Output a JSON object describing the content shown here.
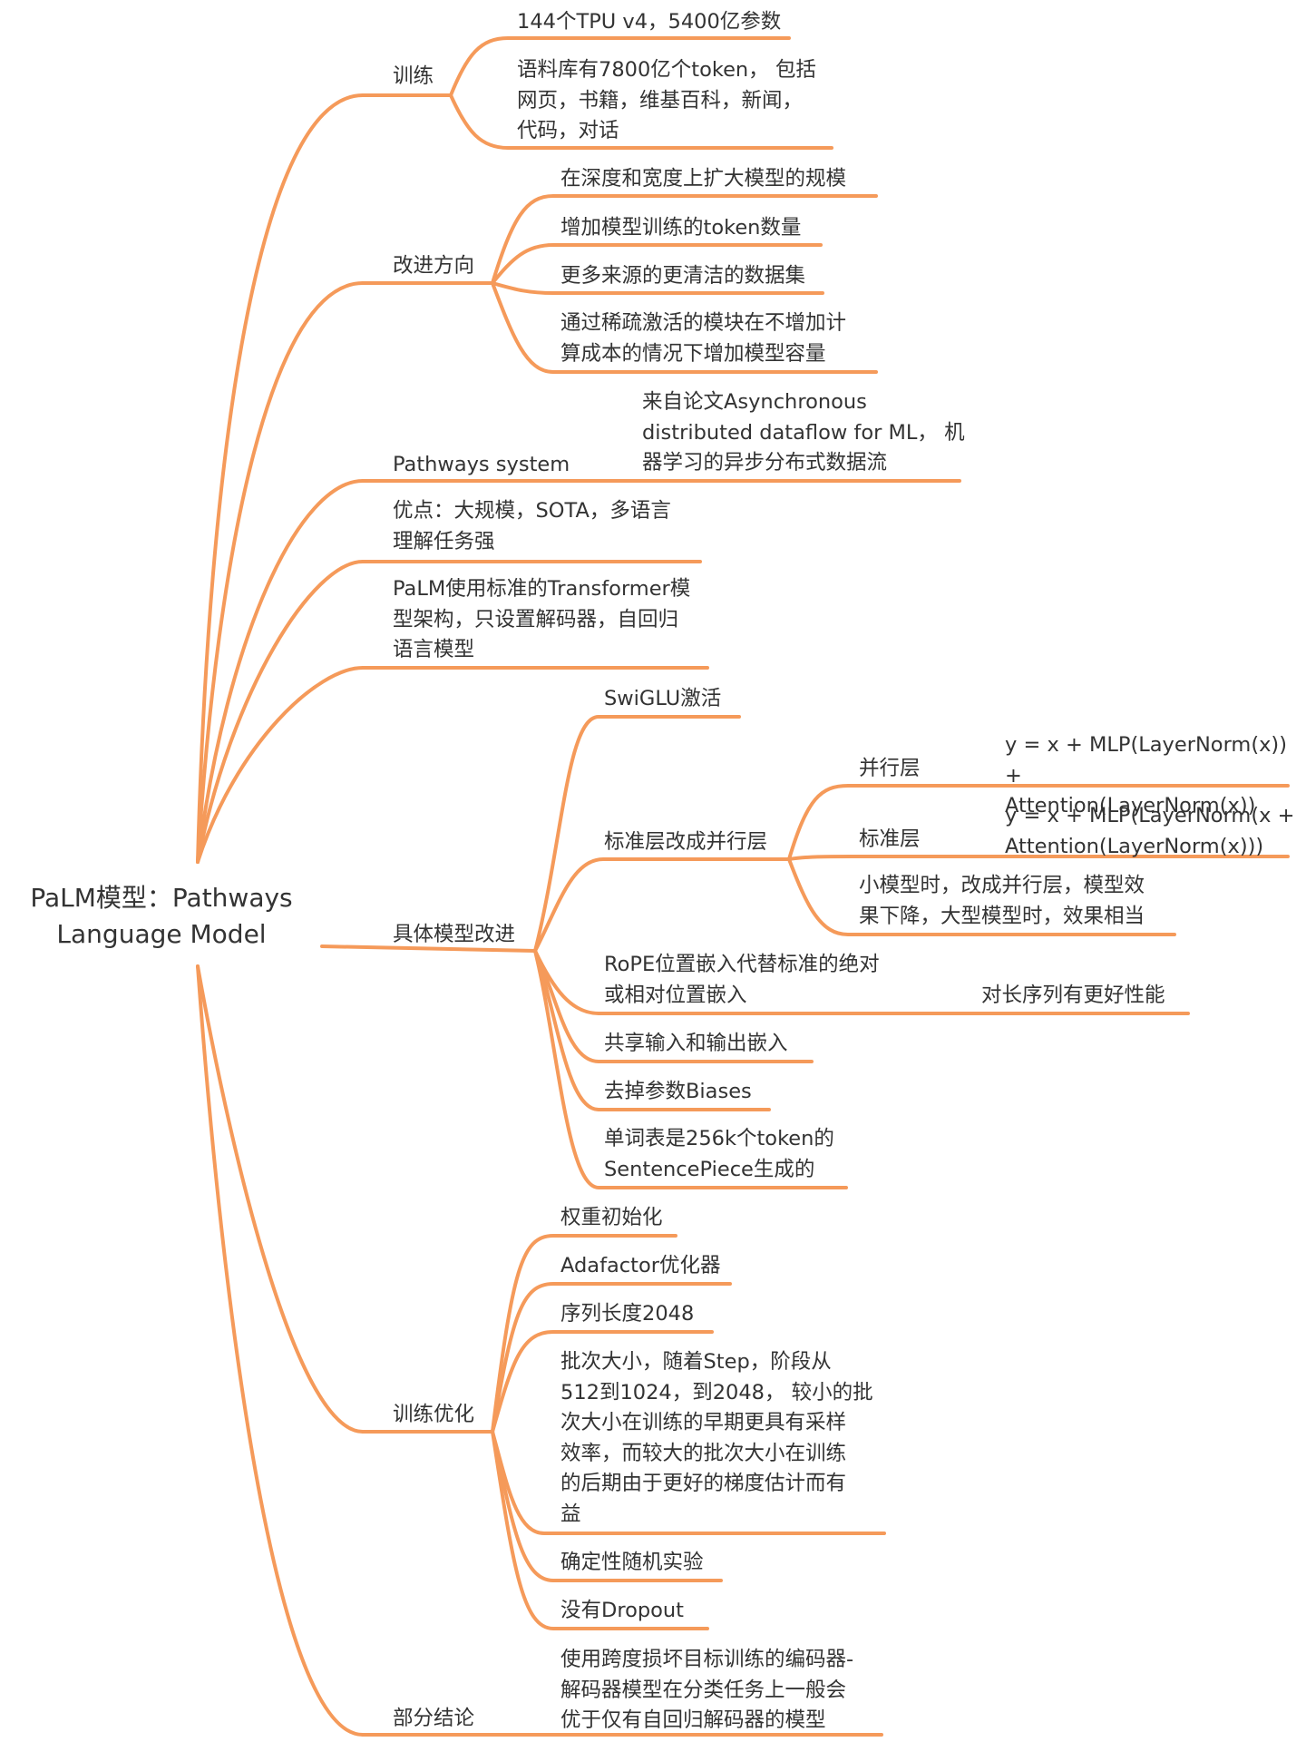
{
  "colors": {
    "branch": "#F59A5A",
    "text": "#333333",
    "background": "#FFFFFF"
  },
  "mindmap": {
    "root": "PaLM模型：Pathways\nLanguage Model",
    "training": {
      "label": "训练",
      "items": [
        "144个TPU v4，5400亿参数",
        "语料库有7800亿个token， 包括\n网页，书籍，维基百科，新闻，\n代码，对话"
      ]
    },
    "improve": {
      "label": "改进方向",
      "items": [
        "在深度和宽度上扩大模型的规模",
        "增加模型训练的token数量",
        "更多来源的更清洁的数据集",
        "通过稀疏激活的模块在不增加计\n算成本的情况下增加模型容量"
      ]
    },
    "pathways": {
      "label": "Pathways system",
      "items": [
        "来自论文Asynchronous\ndistributed dataflow for ML， 机\n器学习的异步分布式数据流"
      ]
    },
    "advantages": {
      "label": "优点：大规模，SOTA，多语言\n理解任务强"
    },
    "arch": {
      "label": "PaLM使用标准的Transformer模\n型架构，只设置解码器，自回归\n语言模型"
    },
    "model": {
      "label": "具体模型改进",
      "swiglu": "SwiGLU激活",
      "parallel": {
        "label": "标准层改成并行层",
        "parallel_layer": {
          "label": "并行层",
          "formula": "y = x + MLP(LayerNorm(x)) +\nAttention(LayerNorm(x))"
        },
        "standard_layer": {
          "label": "标准层",
          "formula": "y = x + MLP(LayerNorm(x +\nAttention(LayerNorm(x)))"
        },
        "note": "小模型时，改成并行层，模型效\n果下降，大型模型时，效果相当"
      },
      "rope": {
        "label": "RoPE位置嵌入代替标准的绝对\n或相对位置嵌入",
        "detail": "对长序列有更好性能"
      },
      "shared": "共享输入和输出嵌入",
      "biases": "去掉参数Biases",
      "vocab": "单词表是256k个token的\nSentencePiece生成的"
    },
    "trainopt": {
      "label": "训练优化",
      "items": [
        "权重初始化",
        "Adafactor优化器",
        "序列长度2048",
        "批次大小，随着Step，阶段从\n512到1024，到2048， 较小的批\n次大小在训练的早期更具有采样\n效率，而较大的批次大小在训练\n的后期由于更好的梯度估计而有\n益",
        "确定性随机实验",
        "没有Dropout"
      ]
    },
    "conclusion": {
      "label": "部分结论",
      "items": [
        "使用跨度损坏目标训练的编码器-\n解码器模型在分类任务上一般会\n优于仅有自回归解码器的模型"
      ]
    }
  }
}
